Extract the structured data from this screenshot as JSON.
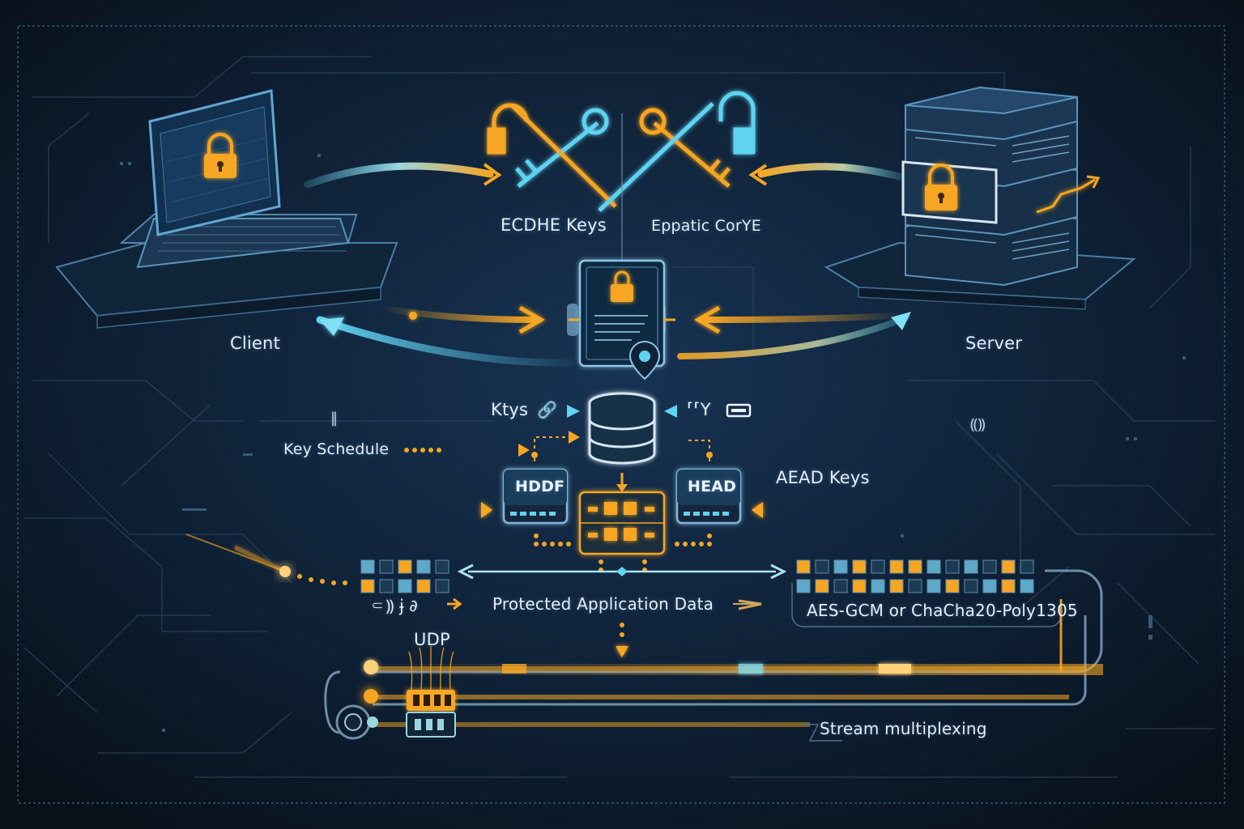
{
  "colors": {
    "background": "#0a1320",
    "cyan": "#5fd3f0",
    "orange": "#f6a623",
    "line": "#2d4b66",
    "panel": "#13283d"
  },
  "nodes": {
    "client": {
      "label": "Client",
      "icon": "laptop-lock-icon"
    },
    "server": {
      "label": "Server",
      "icon": "server-lock-icon"
    },
    "certificate": {
      "icon": "certificate-lock-icon"
    },
    "key_store": {
      "icon": "database-icon"
    }
  },
  "labels": {
    "ecdhe_keys": "ECDHE Keys",
    "ephemeral_curve": "Eppatic CorYE",
    "keys_link": "Ktys",
    "right_glyphs": "⸢⸢Y",
    "key_schedule": "Key Schedule",
    "hkdf_box": "HDDF",
    "head_box": "HEAD",
    "aead_keys": "AEAD Keys",
    "left_glyphs": "⸦⸩ ɉ ∂",
    "protected_data": "Protected Application Data",
    "cipher_suites": "AES-GCM or ChaCha20-Poly1305",
    "udp": "UDP",
    "stream_multiplexing": "Stream multiplexing",
    "left_tick_glyph": "‖",
    "right_tick_glyph": "⸨⸩"
  }
}
